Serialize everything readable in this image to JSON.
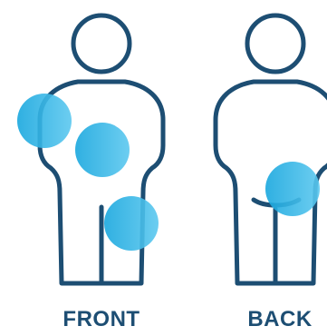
{
  "labels": {
    "front": "FRONT",
    "back": "BACK"
  },
  "colors": {
    "outline": "#1d4e73",
    "spot_light": "#1fa9dd",
    "spot_dark": "#57c6ef",
    "label": "#1d4e73"
  },
  "figures": [
    {
      "view": "front",
      "spots": 3
    },
    {
      "view": "back",
      "spots": 1
    }
  ]
}
